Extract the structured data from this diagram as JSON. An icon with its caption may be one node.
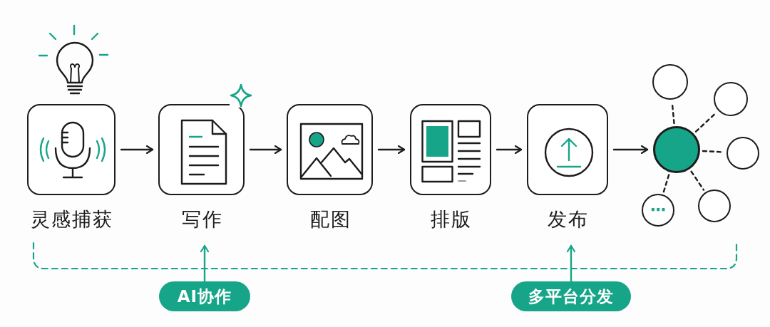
{
  "diagram": {
    "nodes": [
      {
        "text": [
          "灵感捕获"
        ]
      },
      {
        "text": [
          "写作"
        ]
      },
      {
        "text": [
          "配图"
        ]
      },
      {
        "text": [
          "排版"
        ]
      },
      {
        "text": [
          "发布"
        ]
      },
      {
        "text": [],
        "shape": "circle"
      },
      {
        "text": [],
        "shape": "circle"
      },
      {
        "text": [],
        "shape": "circle"
      },
      {
        "text": [],
        "shape": "circle"
      },
      {
        "text": [],
        "shape": "circle"
      },
      {
        "text": [
          "⋯"
        ]
      },
      {
        "text": [
          "AI协作"
        ]
      },
      {
        "text": [
          "多平台分发"
        ]
      }
    ],
    "edges": [
      {
        "from": 0,
        "to": 1,
        "arrow": "to"
      },
      {
        "from": 1,
        "to": 2,
        "arrow": "to"
      },
      {
        "from": 2,
        "to": 3,
        "arrow": "to"
      },
      {
        "from": 3,
        "to": 4,
        "arrow": "to"
      },
      {
        "from": 4,
        "to": 5,
        "arrow": "to"
      },
      {
        "from": 5,
        "to": 6,
        "arrow": "none",
        "style": "dashed"
      },
      {
        "from": 5,
        "to": 7,
        "arrow": "none",
        "style": "dashed"
      },
      {
        "from": 5,
        "to": 8,
        "arrow": "none",
        "style": "dashed"
      },
      {
        "from": 5,
        "to": 9,
        "arrow": "none",
        "style": "dashed"
      },
      {
        "from": 5,
        "to": 10,
        "arrow": "none",
        "style": "dashed"
      },
      {
        "from": 11,
        "to": 1,
        "arrow": "to",
        "color": "#17a589"
      },
      {
        "from": 12,
        "to": 4,
        "arrow": "to",
        "color": "#17a589"
      }
    ]
  }
}
